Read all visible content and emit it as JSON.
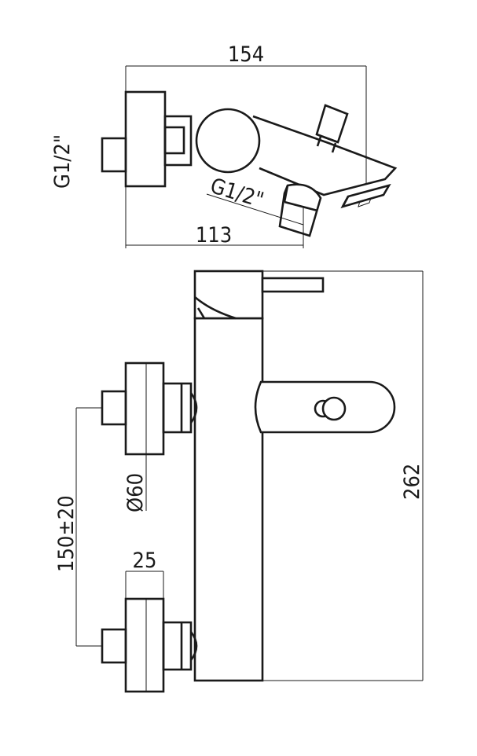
{
  "top_view": {
    "overall_width": "154",
    "inlet_thread": "G1/2\"",
    "outlet_thread": "G1/2\"",
    "outlet_distance": "113"
  },
  "front_view": {
    "overall_height": "262",
    "centre_distance": "150±20",
    "flange_diameter": "Ø60",
    "flange_depth": "25"
  }
}
